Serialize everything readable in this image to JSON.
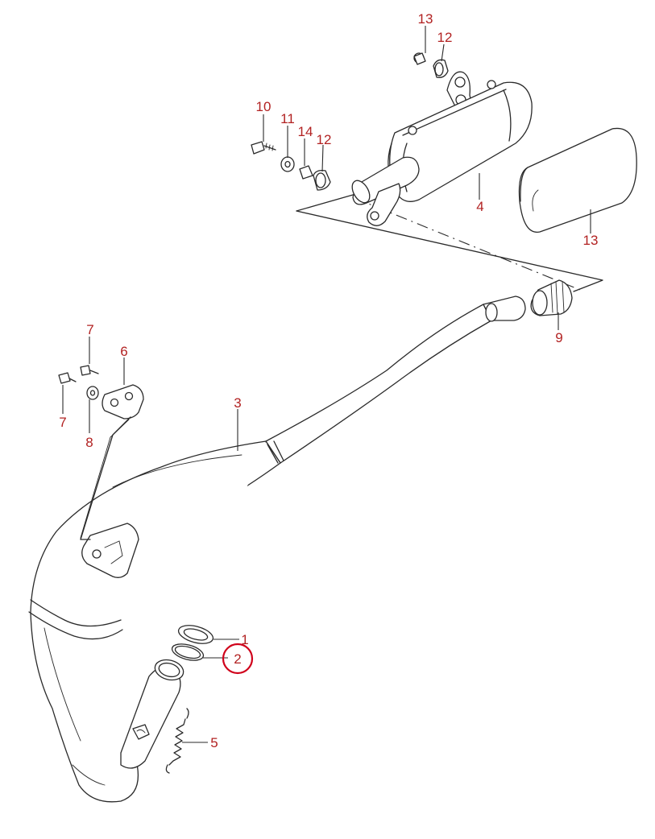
{
  "colors": {
    "callout": "#b22222",
    "highlight": "#d0021b",
    "linework": "#2a2a2a"
  },
  "highlighted_callout": "2",
  "callouts": [
    {
      "id": "c1",
      "label": "1"
    },
    {
      "id": "c2",
      "label": "2"
    },
    {
      "id": "c3",
      "label": "3"
    },
    {
      "id": "c4",
      "label": "4"
    },
    {
      "id": "c5",
      "label": "5"
    },
    {
      "id": "c6",
      "label": "6"
    },
    {
      "id": "c7a",
      "label": "7"
    },
    {
      "id": "c7b",
      "label": "7"
    },
    {
      "id": "c8",
      "label": "8"
    },
    {
      "id": "c9",
      "label": "9"
    },
    {
      "id": "c10",
      "label": "10"
    },
    {
      "id": "c11",
      "label": "11"
    },
    {
      "id": "c12a",
      "label": "12"
    },
    {
      "id": "c12b",
      "label": "12"
    },
    {
      "id": "c13a",
      "label": "13"
    },
    {
      "id": "c13b",
      "label": "13"
    },
    {
      "id": "c14",
      "label": "14"
    }
  ]
}
